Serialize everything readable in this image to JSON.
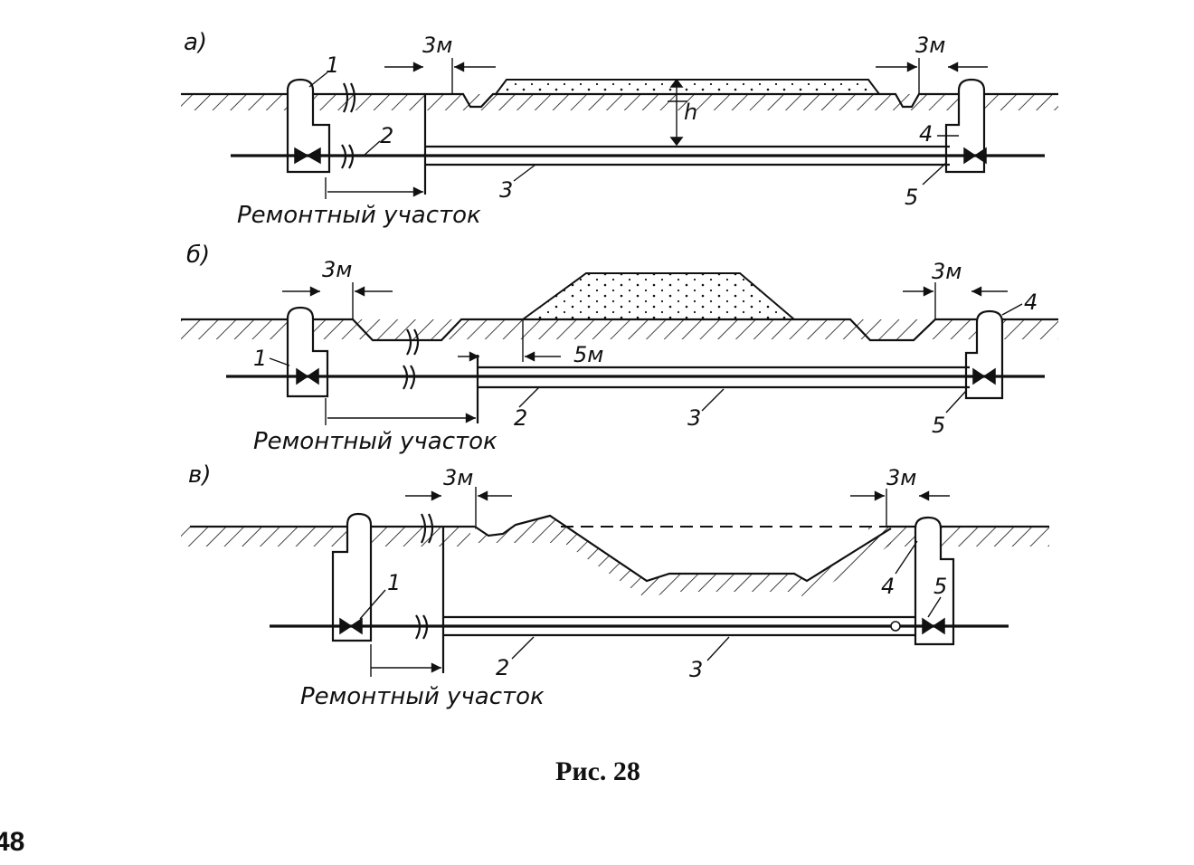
{
  "figure": {
    "caption": "Рис. 28",
    "page_number": "48"
  },
  "panel_a": {
    "letter": "а)",
    "dim_left": "3м",
    "dim_right": "3м",
    "dim_h": "h",
    "repair_label": "Ремонтный участок",
    "labels": [
      "1",
      "2",
      "3",
      "4",
      "5"
    ]
  },
  "panel_b": {
    "letter": "б)",
    "dim_left": "3м",
    "dim_right": "3м",
    "dim_5m": "5м",
    "repair_label": "Ремонтный участок",
    "labels": [
      "1",
      "2",
      "3",
      "4",
      "5"
    ]
  },
  "panel_c": {
    "letter": "в)",
    "dim_left": "3м",
    "dim_right": "3м",
    "repair_label": "Ремонтный участок",
    "labels": [
      "1",
      "2",
      "3",
      "4",
      "5"
    ]
  }
}
